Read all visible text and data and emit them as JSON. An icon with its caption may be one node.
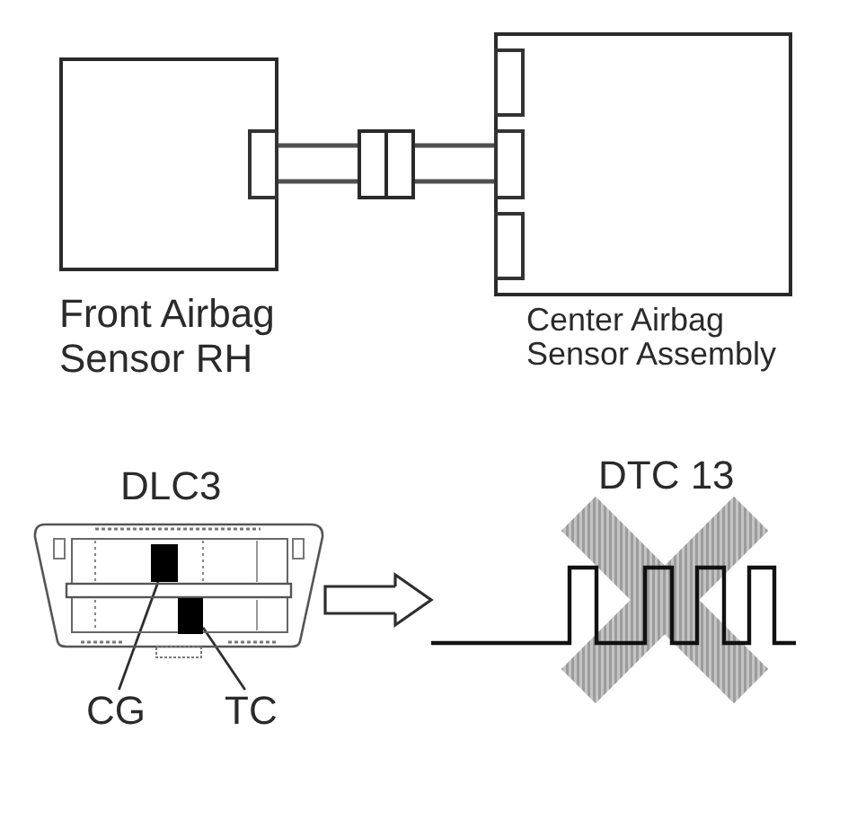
{
  "diagram": {
    "nodes": [
      {
        "text": [
          "Front Airbag Sensor RH"
        ]
      },
      {
        "text": [
          "Center Airbag Sensor Assembly"
        ]
      },
      {
        "text": [],
        "shape": "box"
      },
      {
        "text": [
          "DLC3"
        ]
      },
      {
        "text": [],
        "shape": "box",
        "in": 3
      },
      {
        "text": [],
        "shape": "box",
        "in": 3
      },
      {
        "text": [
          "CG"
        ]
      },
      {
        "text": [
          "TC"
        ]
      },
      {
        "text": [
          "DTC 13"
        ]
      }
    ],
    "edges": [
      {
        "from": 0,
        "to": 2,
        "arrow": "none"
      },
      {
        "from": 2,
        "to": 1,
        "arrow": "none"
      },
      {
        "from": 3,
        "to": 8,
        "arrow": "to"
      },
      {
        "from": 6,
        "to": 4,
        "arrow": "none"
      },
      {
        "from": 7,
        "to": 5,
        "arrow": "none"
      }
    ]
  }
}
